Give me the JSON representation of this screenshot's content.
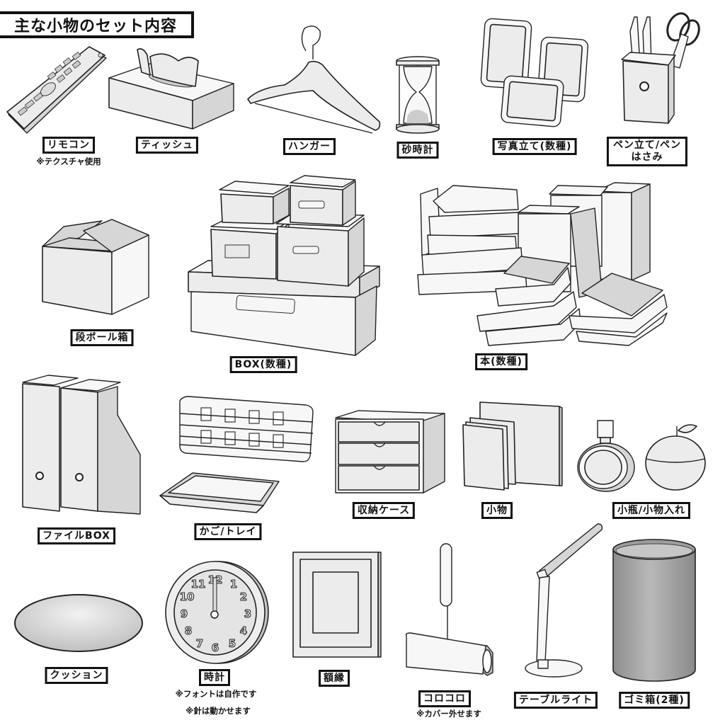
{
  "title": "主な小物のセット内容",
  "items": [
    {
      "id": "remote",
      "label": "リモコン",
      "note": "※テクスチャ使用",
      "icon": "remote-control-icon"
    },
    {
      "id": "tissue",
      "label": "ティッシュ",
      "icon": "tissue-box-icon"
    },
    {
      "id": "hanger",
      "label": "ハンガー",
      "icon": "hanger-icon"
    },
    {
      "id": "hourglass",
      "label": "砂時計",
      "icon": "hourglass-icon"
    },
    {
      "id": "photo-frames",
      "label": "写真立て(数種)",
      "icon": "photo-frame-icon"
    },
    {
      "id": "pen-stand",
      "label_line1": "ペン立て/ペン",
      "label_line2": "はさみ",
      "icon": "pen-stand-icon"
    },
    {
      "id": "cardboard",
      "label": "段ボール箱",
      "icon": "cardboard-box-icon"
    },
    {
      "id": "boxes",
      "label": "BOX(数種)",
      "icon": "storage-box-icon"
    },
    {
      "id": "books",
      "label": "本(数種)",
      "icon": "books-icon"
    },
    {
      "id": "file-box",
      "label": "ファイルBOX",
      "icon": "file-box-icon"
    },
    {
      "id": "basket",
      "label": "かご/トレイ",
      "icon": "basket-tray-icon"
    },
    {
      "id": "drawer",
      "label": "収納ケース",
      "icon": "drawer-case-icon"
    },
    {
      "id": "small-items",
      "label": "小物",
      "icon": "small-items-icon"
    },
    {
      "id": "bottle",
      "label": "小瓶/小物入れ",
      "icon": "bottle-apple-icon"
    },
    {
      "id": "cushion",
      "label": "クッション",
      "icon": "cushion-icon"
    },
    {
      "id": "clock",
      "label": "時計",
      "note": "※フォントは自作です",
      "note2": "※針は動かせます",
      "icon": "clock-icon",
      "numbers": [
        "12",
        "1",
        "2",
        "3",
        "4",
        "5",
        "6",
        "7",
        "8",
        "9",
        "10",
        "11"
      ]
    },
    {
      "id": "frame",
      "label": "額縁",
      "icon": "picture-frame-icon"
    },
    {
      "id": "roller",
      "label": "コロコロ",
      "note": "※カバー外せます",
      "icon": "lint-roller-icon"
    },
    {
      "id": "lamp",
      "label": "テーブルライト",
      "icon": "desk-lamp-icon"
    },
    {
      "id": "trash",
      "label": "ゴミ箱(2種)",
      "icon": "trash-can-icon"
    }
  ]
}
